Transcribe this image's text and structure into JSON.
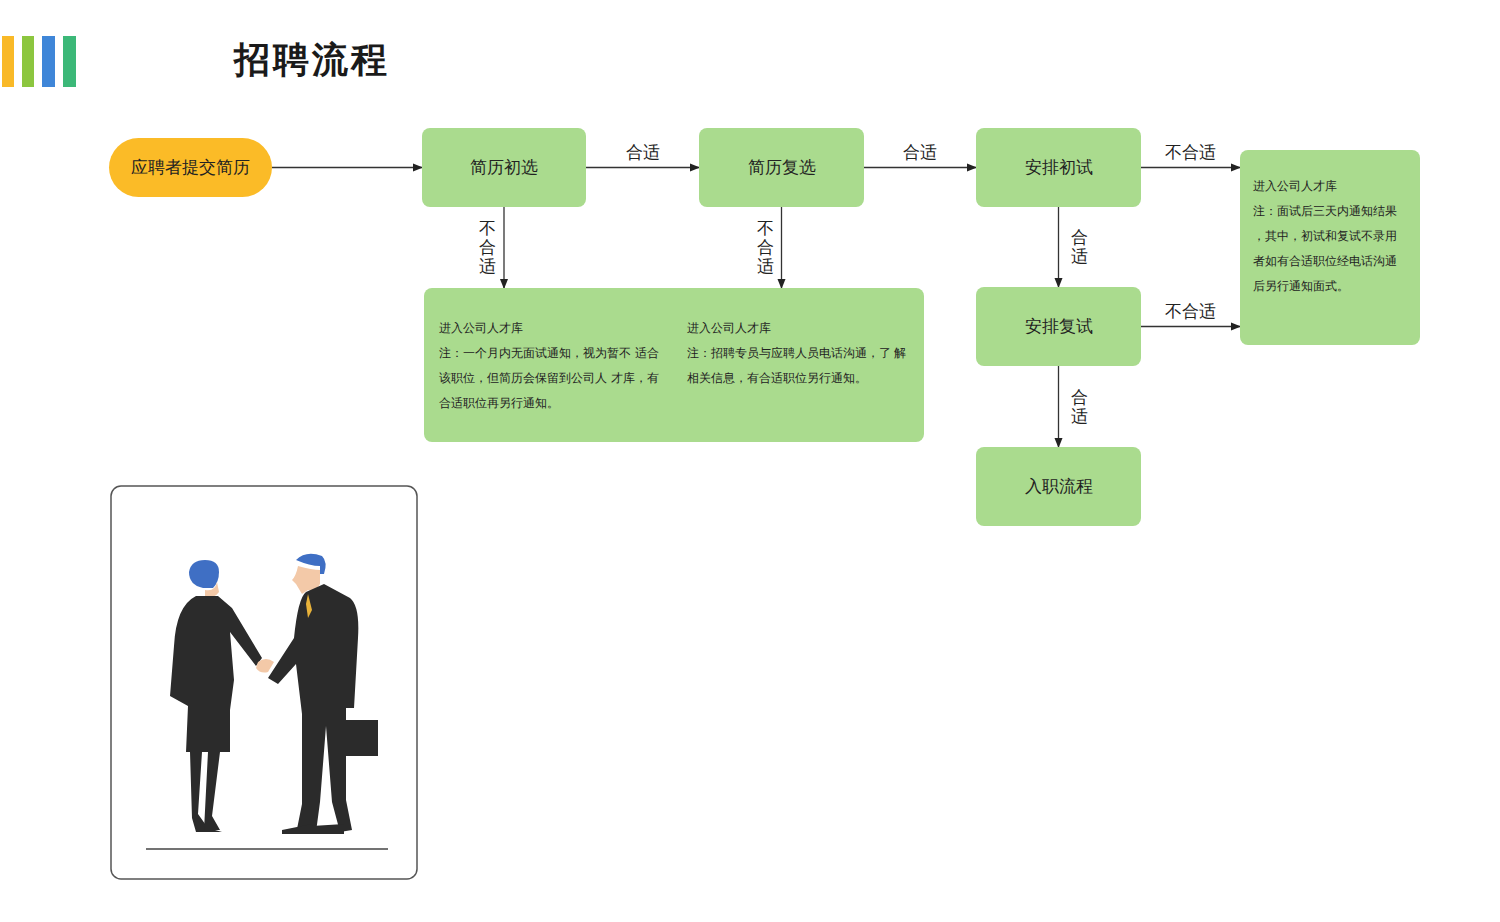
{
  "diagram": {
    "title": "招聘流程",
    "nodes": [
      {
        "text": [
          "应聘者提交简历"
        ]
      },
      {
        "text": [
          "简历初选"
        ]
      },
      {
        "text": [
          "简历复选"
        ]
      },
      {
        "text": [
          "安排初试"
        ]
      },
      {
        "text": [
          "进入公司人才库",
          "注：面试后三天内通知结果 ，其中，初试和复试不录用 者如有合适职位经电话沟通 后另行通知面式。"
        ]
      },
      {
        "text": [
          "进入公司人才库",
          "注：一个月内无面试通知，视为暂不 适合该职位，但简历会保留到公司人 才库，有合适职位再另行通知。",
          "进入公司人才库",
          "注：招聘专员与应聘人员电话沟通，了 解相关信息，有合适职位另行通知。"
        ]
      },
      {
        "text": [
          "安排复试"
        ]
      },
      {
        "text": [
          "入职流程"
        ]
      }
    ],
    "edges": [
      {
        "from": 0,
        "to": 1,
        "arrow": "to"
      },
      {
        "from": 1,
        "to": 2,
        "label": "合适",
        "arrow": "to"
      },
      {
        "from": 2,
        "to": 3,
        "label": "合适",
        "arrow": "to"
      },
      {
        "from": 3,
        "to": 4,
        "label": "不合适",
        "arrow": "to"
      },
      {
        "from": 1,
        "to": 5,
        "label": "不合适",
        "arrow": "to"
      },
      {
        "from": 2,
        "to": 5,
        "label": "不合适",
        "arrow": "to"
      },
      {
        "from": 3,
        "to": 6,
        "label": "合适",
        "arrow": "to"
      },
      {
        "from": 6,
        "to": 4,
        "label": "不合适",
        "arrow": "to"
      },
      {
        "from": 6,
        "to": 7,
        "label": "合适",
        "arrow": "to"
      }
    ]
  }
}
